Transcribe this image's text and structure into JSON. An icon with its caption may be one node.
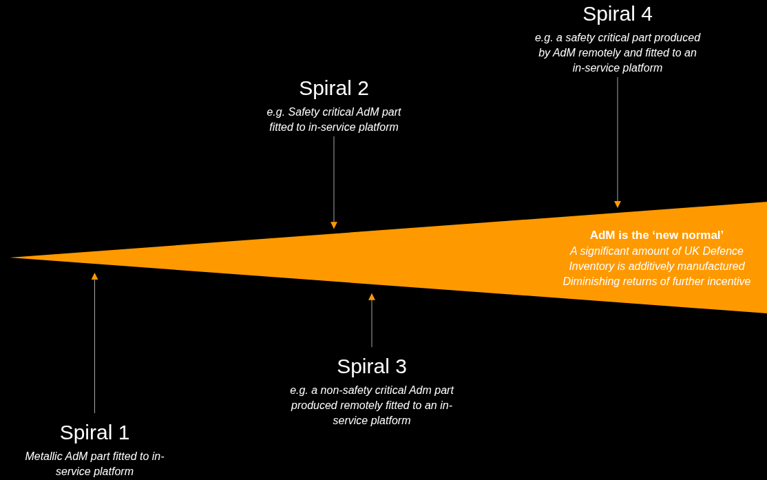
{
  "diagram": {
    "nodes": [
      {
        "text": [
          "Spiral 4",
          "e.g. a safety critical part produced by AdM remotely and fitted to an in-service platform"
        ]
      },
      {
        "text": [
          "Spiral 2",
          "e.g. Safety critical AdM part fitted to in-service platform"
        ]
      },
      {
        "text": [
          "AdM is the ‘new normal’",
          "A significant amount of UK Defence Inventory is additively manufactured",
          "Diminishing returns of further incentive"
        ]
      },
      {
        "text": [
          "Spiral 3",
          "e.g. a non-safety critical Adm part produced remotely fitted to an in-service platform"
        ]
      },
      {
        "text": [
          "Spiral 1",
          "Metallic AdM part fitted to in-service platform"
        ]
      }
    ],
    "edges": [
      {
        "from": 4,
        "to": 2,
        "arrow": "to"
      },
      {
        "from": 1,
        "to": 2,
        "arrow": "to"
      },
      {
        "from": 3,
        "to": 2,
        "arrow": "to"
      },
      {
        "from": 0,
        "to": 2,
        "arrow": "to"
      }
    ]
  }
}
